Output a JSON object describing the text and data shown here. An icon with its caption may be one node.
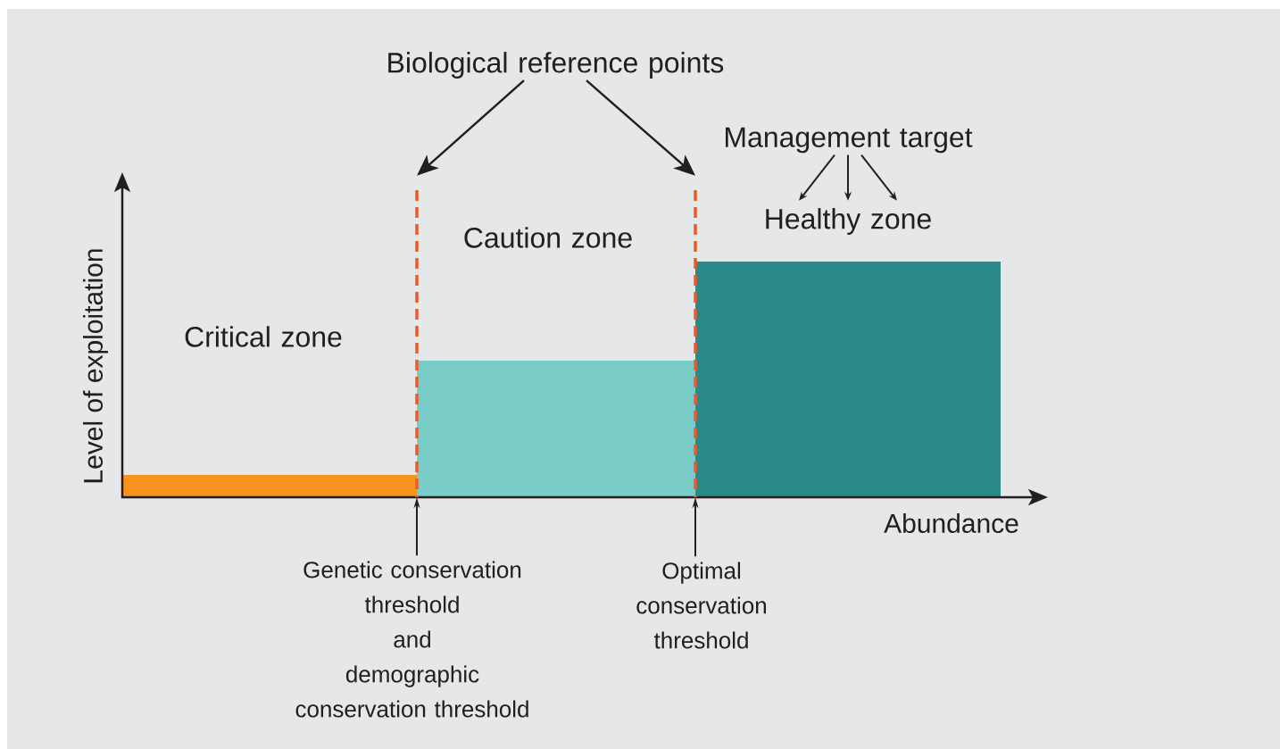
{
  "diagram": {
    "nodes": [
      {
        "text": [
          "Biological reference points"
        ]
      },
      {
        "text": [
          "Management target"
        ]
      },
      {
        "text": [
          "Healthy zone"
        ]
      },
      {
        "text": [
          "Caution zone"
        ]
      },
      {
        "text": [
          "Critical zone"
        ]
      },
      {
        "text": [
          "Genetic conservation threshold",
          "and",
          "demographic conservation threshold"
        ]
      },
      {
        "text": [
          "Optimal conservation threshold"
        ]
      },
      {
        "text": [],
        "shape": "line"
      },
      {
        "text": [],
        "shape": "line"
      }
    ],
    "edges": [
      {
        "from": 0,
        "to": 7,
        "arrow": "to"
      },
      {
        "from": 0,
        "to": 8,
        "arrow": "to"
      },
      {
        "from": 1,
        "to": 2,
        "arrow": "to"
      },
      {
        "from": 1,
        "to": 2,
        "arrow": "to"
      },
      {
        "from": 1,
        "to": 2,
        "arrow": "to"
      },
      {
        "from": 5,
        "to": 7,
        "arrow": "to"
      },
      {
        "from": 6,
        "to": 8,
        "arrow": "to"
      }
    ],
    "labels": [
      "Level of exploitation",
      "Abundance"
    ]
  }
}
